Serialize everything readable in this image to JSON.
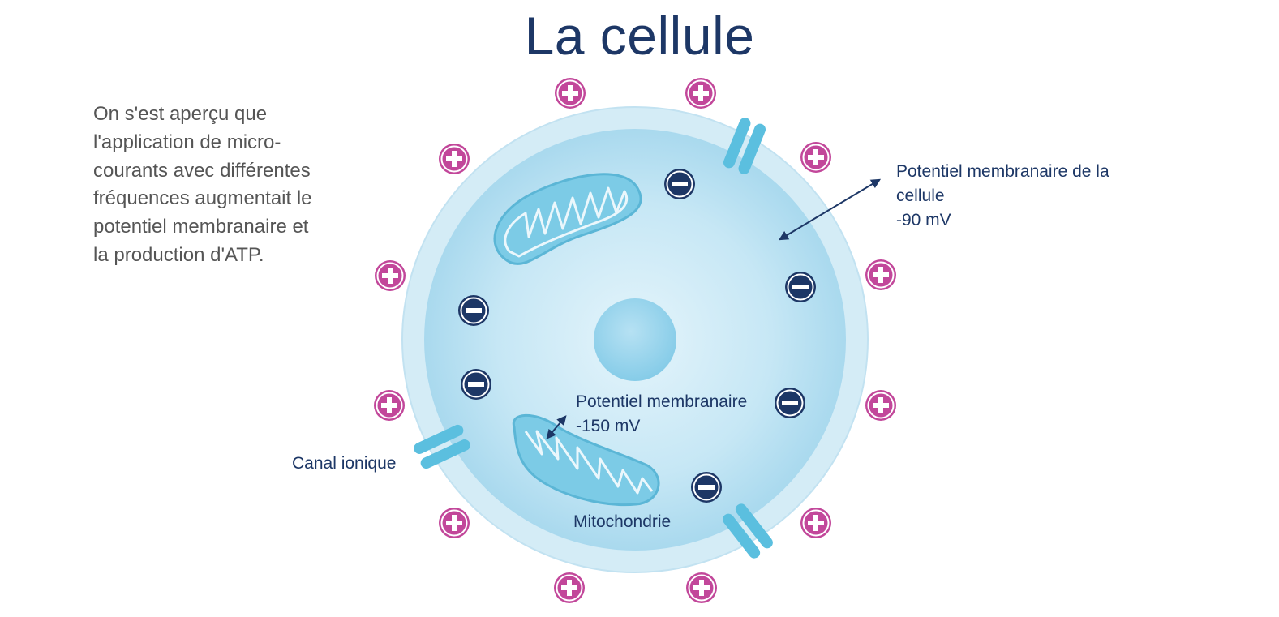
{
  "title": "La cellule",
  "intro_text": "On s'est aperçu que l'application de micro-courants avec différentes fréquences augmentait le potentiel membranaire et la production d'ATP.",
  "labels": {
    "cell_potential_line1": "Potentiel membranaire de la",
    "cell_potential_line2": "cellule",
    "cell_potential_value": "-90 mV",
    "mito_potential_line1": "Potentiel membranaire",
    "mito_potential_value": "-150 mV",
    "ion_channel": "Canal ionique",
    "mitochondria": "Mitochondrie"
  },
  "colors": {
    "title": "#1d3766",
    "positive_ion": "#c2479a",
    "negative_ion": "#1d3766",
    "cell_outer": "#d4ecf6",
    "cell_inner": "#aedcef",
    "nucleus": "#8fd0ea",
    "channel": "#5bbfdf",
    "mitochondria": "#7ccbe6"
  },
  "icons": [
    "plus-ion-icon",
    "minus-ion-icon",
    "double-arrow-icon"
  ]
}
